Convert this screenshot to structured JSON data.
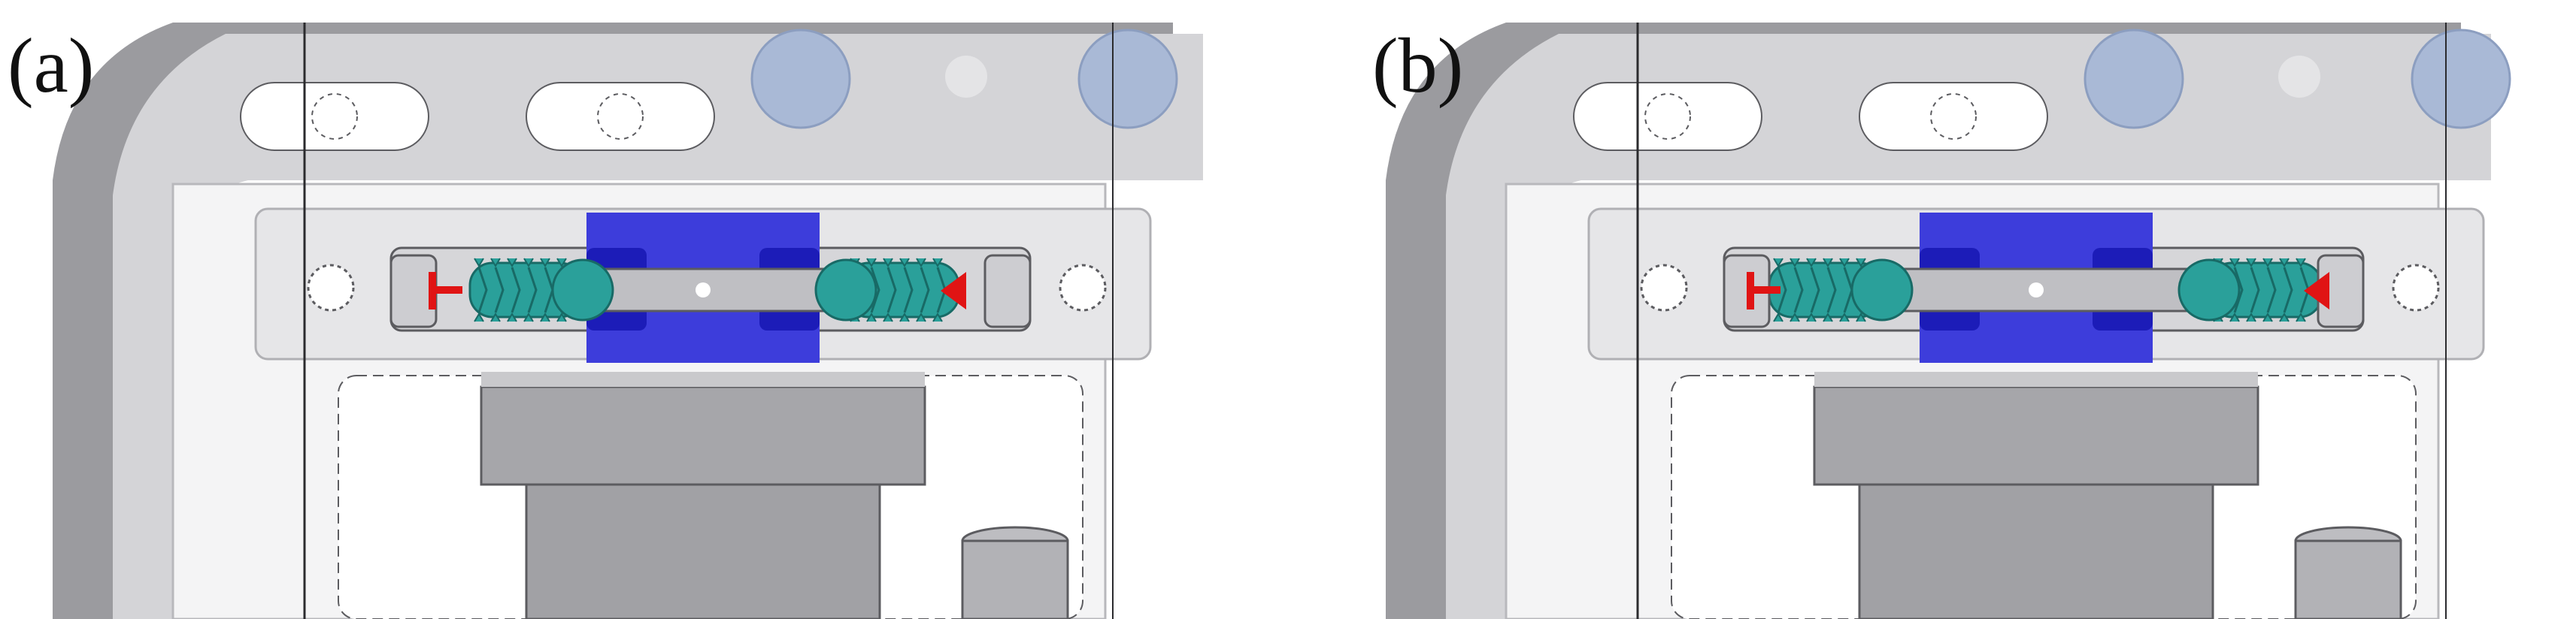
{
  "panels": [
    {
      "id": "a",
      "label": "(a)",
      "state": "screws-separated"
    },
    {
      "id": "b",
      "label": "(b)",
      "state": "screws-compressed"
    }
  ],
  "colors": {
    "background": "#ffffff",
    "frame_dark": "#9b9b9f",
    "frame_light": "#d4d4d7",
    "frame_plate": "#e6e6e8",
    "slot_white": "#ffffff",
    "bolt_head": "#a9b9d6",
    "block_gray": "#a6a6aa",
    "spacer_blue": "#3d3ddb",
    "spacer_blue_dark": "#1c1cb8",
    "screw_teal": "#2aa09a",
    "screw_teal_dark": "#186a66",
    "marker_red": "#e01414",
    "rod_gray": "#bfbfc3",
    "outline": "#5c5c60"
  },
  "icons": [
    "bolt-head-icon",
    "screw-hole-icon",
    "red-marker-icon"
  ]
}
